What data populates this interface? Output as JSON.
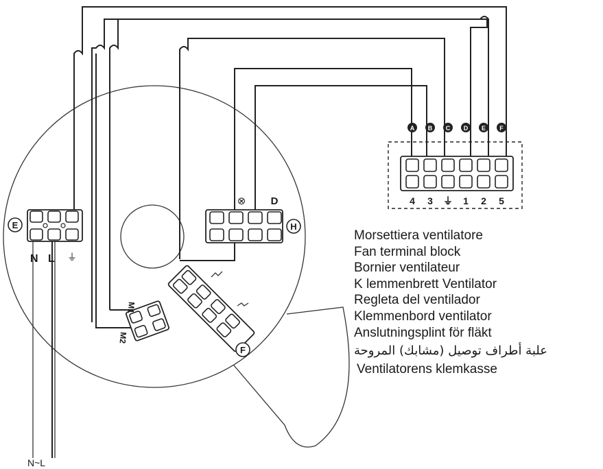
{
  "fan_terminal_block": {
    "top_symbols": [
      "A",
      "B",
      "C",
      "D",
      "E",
      "F"
    ],
    "bottom_numbers": [
      "4",
      "3",
      "⏚",
      "1",
      "2",
      "5"
    ]
  },
  "mains_terminal": {
    "tag": "E",
    "labels": [
      "N",
      "L",
      "⏚"
    ],
    "supply_label": "N~L"
  },
  "terminal_h": {
    "tag": "H",
    "symbol_left": "⊗",
    "symbol_right": "D"
  },
  "switch_block": {
    "labels": [
      "M1",
      "M2"
    ]
  },
  "terminal_f": {
    "tag": "F"
  },
  "legend": [
    "Morsettiera ventilatore",
    "Fan terminal block",
    "Bornier ventilateur",
    "K lemmenbrett Ventilator",
    "Regleta del ventilador",
    "Klemmenbord ventilator",
    "Anslutningsplint för fläkt",
    "علبة أطراف توصيل (مشابك) المروحة",
    "Ventilatorens klemkasse"
  ]
}
